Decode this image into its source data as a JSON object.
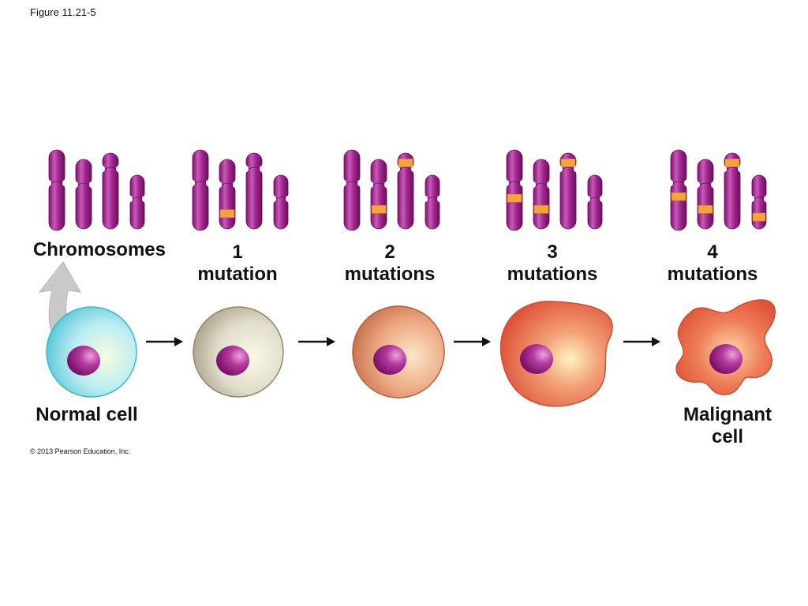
{
  "figure_label": "Figure 11.21-5",
  "copyright": "© 2013 Pearson Education, Inc.",
  "labels": {
    "chromosomes": "Chromosomes",
    "normal_cell": "Normal cell",
    "malignant_cell_line1": "Malignant",
    "malignant_cell_line2": "cell"
  },
  "stages": [
    {
      "count": "",
      "word": "",
      "mutations": 0
    },
    {
      "count": "1",
      "word": "mutation",
      "mutations": 1
    },
    {
      "count": "2",
      "word": "mutations",
      "mutations": 2
    },
    {
      "count": "3",
      "word": "mutations",
      "mutations": 3
    },
    {
      "count": "4",
      "word": "mutations",
      "mutations": 4
    }
  ],
  "colors": {
    "chromosome": "#a2288f",
    "mutation_band": "#f4a43a",
    "nucleus": "#a3208f",
    "normal_cell": "#9fe3ee",
    "stage1_cell": "#d9d4c2",
    "stage2_cell": "#e9a887",
    "stage3_cell": "#ea6e55",
    "malignant_cell": "#e85c43",
    "arrow": "#111111",
    "curved_arrow": "#c9c9c9"
  }
}
